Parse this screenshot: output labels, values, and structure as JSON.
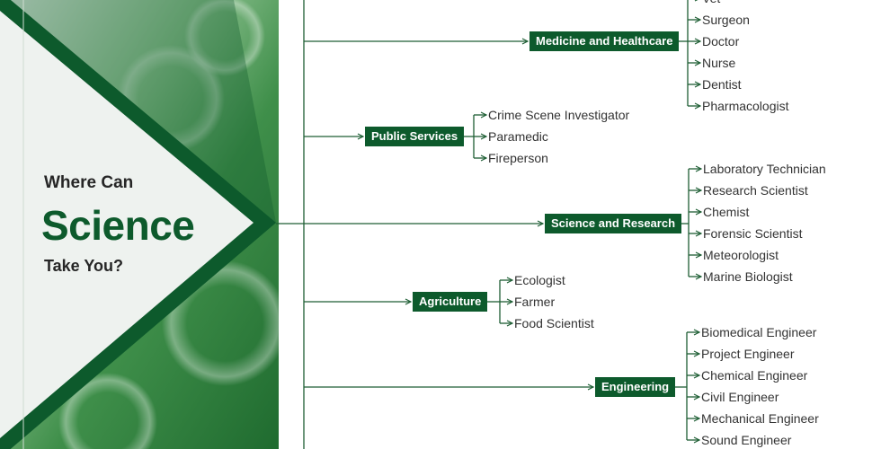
{
  "hero": {
    "line1": "Where Can",
    "line2": "Science",
    "line3": "Take You?"
  },
  "colors": {
    "brand_green": "#0d5a2c",
    "line_green": "#1e5e34",
    "panel_light": "#eef2ef",
    "text_dark": "#333333"
  },
  "categories": [
    {
      "label": "Medicine and Healthcare",
      "careers": [
        "Vet",
        "Surgeon",
        "Doctor",
        "Nurse",
        "Dentist",
        "Pharmacologist"
      ]
    },
    {
      "label": "Public Services",
      "careers": [
        "Crime Scene Investigator",
        "Paramedic",
        "Fireperson"
      ]
    },
    {
      "label": "Science and Research",
      "careers": [
        "Laboratory Technician",
        "Research Scientist",
        "Chemist",
        "Forensic Scientist",
        "Meteorologist",
        "Marine Biologist"
      ]
    },
    {
      "label": "Agriculture",
      "careers": [
        "Ecologist",
        "Farmer",
        "Food Scientist"
      ]
    },
    {
      "label": "Engineering",
      "careers": [
        "Biomedical Engineer",
        "Project Engineer",
        "Chemical Engineer",
        "Civil Engineer",
        "Mechanical Engineer",
        "Sound Engineer"
      ]
    }
  ]
}
